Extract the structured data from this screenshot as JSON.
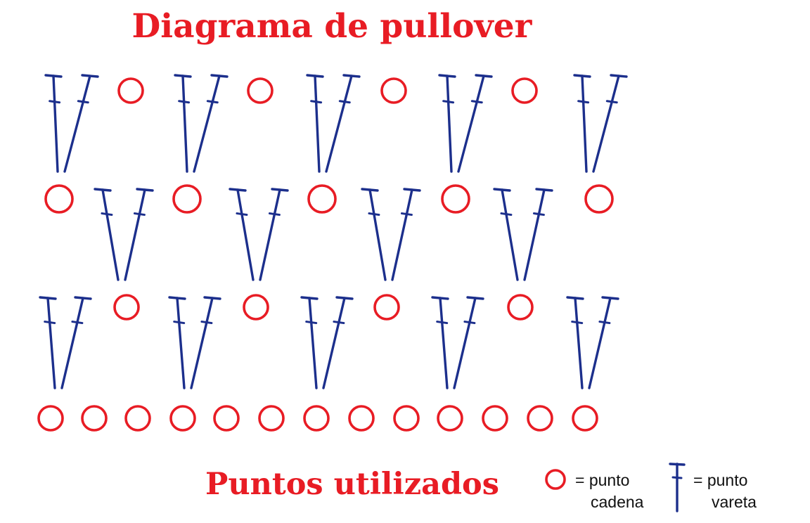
{
  "title": "Diagrama de pullover",
  "legend": {
    "title": "Puntos utilizados",
    "items": [
      {
        "symbol": "circle-icon",
        "line1": "= punto",
        "line2": "cadena"
      },
      {
        "symbol": "double-crochet-icon",
        "line1": "= punto",
        "line2": "vareta"
      }
    ]
  },
  "colors": {
    "title": "#e81c24",
    "chain": "#e81c24",
    "stitch": "#1c2f8c",
    "legend_text": "#111111"
  },
  "pattern": {
    "rows": [
      {
        "row": 1,
        "stitch": "chain",
        "count": 13
      },
      {
        "row": 2,
        "clusters": 5,
        "chains_between": 4,
        "stitches_per_cluster": 2
      },
      {
        "row": 3,
        "clusters": 4,
        "chains": 5,
        "stitches_per_cluster": 2
      },
      {
        "row": 4,
        "clusters": 5,
        "chains_between": 4,
        "stitches_per_cluster": 2
      }
    ]
  }
}
